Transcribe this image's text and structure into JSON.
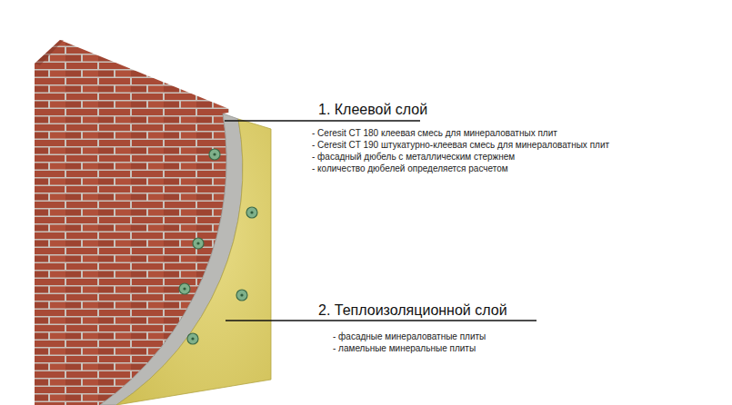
{
  "diagram": {
    "labels": [
      "1. Клеевой слой",
      "- Ceresit CT 180 клеевая смесь для минераловатных плит",
      "- Ceresit CT 190 штукатурно-клеевая смесь для минераловатных плит",
      "- фасадный дюбель с металлическим стержнем",
      "- количество дюбелей определяется расчетом",
      "2. Теплоизоляционной слой",
      "- фасадные минераловатные плиты",
      "- ламельные минеральные плиты"
    ]
  }
}
